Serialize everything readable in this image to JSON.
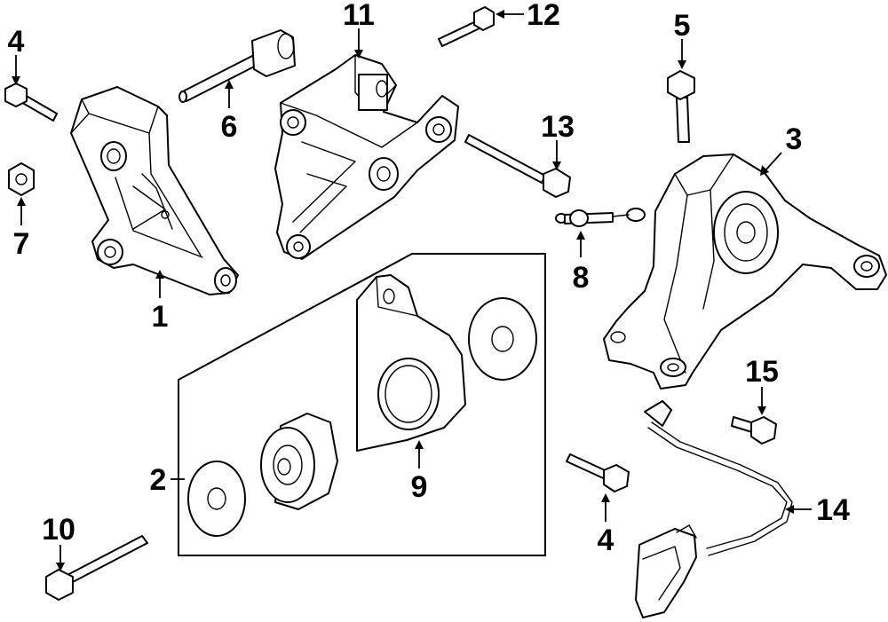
{
  "callouts": {
    "c1": "1",
    "c2": "2",
    "c3": "3",
    "c4a": "4",
    "c4b": "4",
    "c5": "5",
    "c6": "6",
    "c7": "7",
    "c8": "8",
    "c9": "9",
    "c10": "10",
    "c11": "11",
    "c12": "12",
    "c13": "13",
    "c14": "14",
    "c15": "15"
  },
  "colors": {
    "line": "#000000",
    "fill": "#ffffff",
    "background": "#ffffff"
  }
}
